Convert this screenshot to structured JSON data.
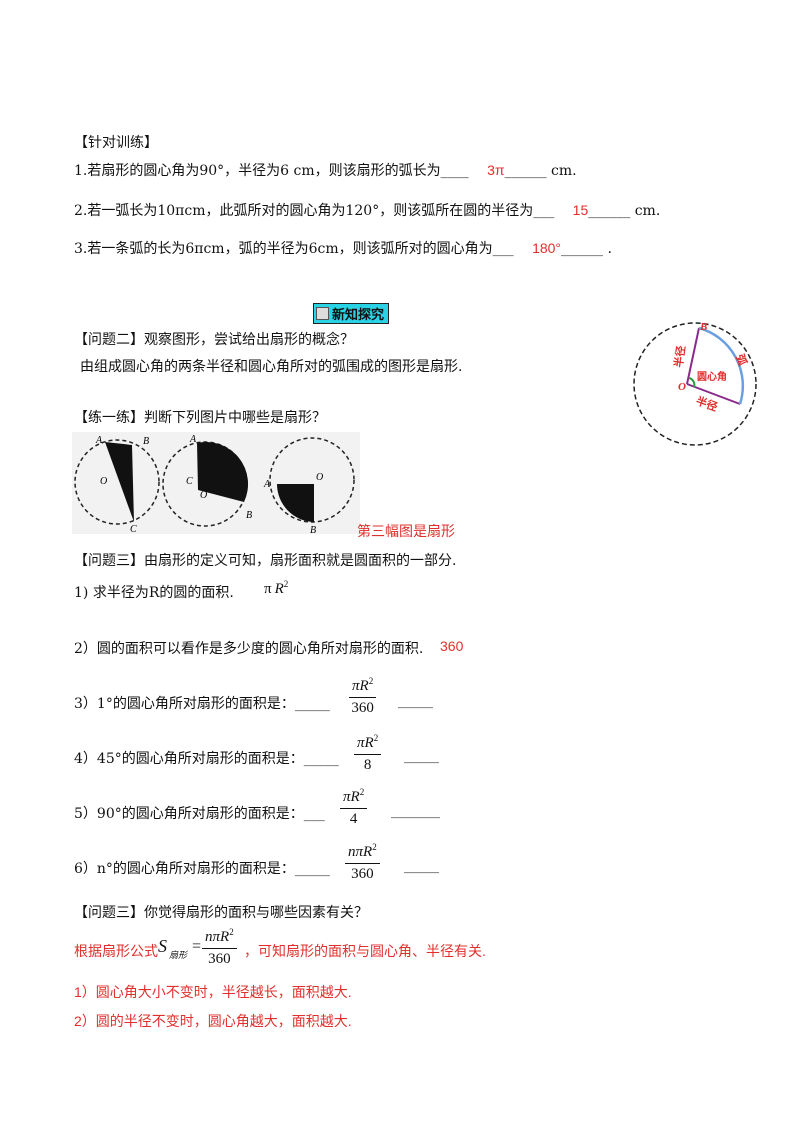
{
  "section_training": "【针对训练】",
  "q1": {
    "pre": "1.若扇形的圆心角为90°，半径为6 cm，则该扇形的弧长为____",
    "ans": "3π",
    "post": "______ cm."
  },
  "q2": {
    "pre": "2.若一弧长为10πcm，此弧所对的圆心角为120°，则该弧所在圆的半径为___",
    "ans": "15",
    "post": "______ cm."
  },
  "q3": {
    "pre": "3.若一条弧的长为6πcm，弧的半径为6cm，则该弧所对的圆心角为___",
    "ans": "180°",
    "post": "______ ."
  },
  "new_title": "新知探究",
  "problem2": "【问题二】观察图形，尝试给出扇形的概念？",
  "problem2_ans": "由组成圆心角的两条半径和圆心角所对的弧围成的图形是扇形.",
  "diagram": {
    "B": "B",
    "O": "O",
    "radius1": "半径",
    "radius2": "半径",
    "arc": "弧",
    "central_angle": "圆心角"
  },
  "practice": "【练一练】判断下列图片中哪些是扇形？",
  "fig_labels": {
    "f1": [
      "A",
      "B",
      "O",
      "C"
    ],
    "f2": [
      "A",
      "C",
      "O",
      "B"
    ],
    "f3": [
      "A",
      "O",
      "B"
    ]
  },
  "practice_ans": "第三幅图是扇形",
  "problem3a": "【问题三】由扇形的定义可知，扇形面积就是圆面积的一部分.",
  "s1": {
    "text": "1)  求半径为R的圆的面积.",
    "ans_pi": "π",
    "ans_r": "R",
    "ans_exp": "2"
  },
  "s2": {
    "text": "2）圆的面积可以看作是多少度的圆心角所对扇形的面积.",
    "ans": "360"
  },
  "s3": {
    "text": "3）1°的圆心角所对扇形的面积是：_____",
    "num": "πR",
    "den": "360",
    "tail": "_____"
  },
  "s4": {
    "text": "4）45°的圆心角所对扇形的面积是：_____",
    "num": "πR",
    "den": "8",
    "tail": "_____"
  },
  "s5": {
    "text": "5）90°的圆心角所对扇形的面积是：___",
    "num": "πR",
    "den": "4",
    "tail": "_______"
  },
  "s6": {
    "text": "6）n°的圆心角所对扇形的面积是：_____",
    "num": "nπR",
    "den": "360",
    "tail": "_____"
  },
  "exp2": "2",
  "problem3b": "【问题三】你觉得扇形的面积与哪些因素有关？",
  "formula": {
    "pre": "根据扇形公式",
    "S": "S",
    "sub": "扇形",
    "eq": "=",
    "num": "nπR",
    "den": "360",
    "post": "，可知扇形的面积与圆心角、半径有关."
  },
  "c1": "1）圆心角大小不变时，半径越长，面积越大.",
  "c2": "2）圆的半径不变时，圆心角越大，面积越大."
}
